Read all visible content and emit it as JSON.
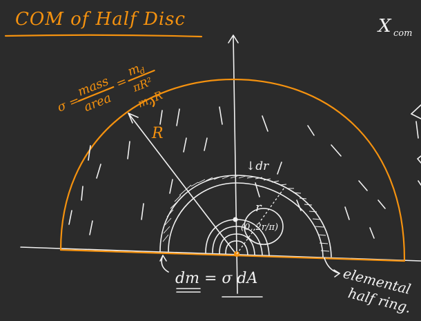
{
  "title": "COM of Half Disc",
  "corner_label": "X",
  "corner_label_sub": "com",
  "density": {
    "lhs": "σ =",
    "numerator": "mass",
    "denominator": "area",
    "eq": "=",
    "numerator2": "m",
    "numerator2_sub": "d",
    "denominator2": "πR²",
    "below": "m, R"
  },
  "radius_label": "R",
  "dr_label": "↓dr",
  "r_label": "r",
  "centroid_label": "(0, 2r/π)",
  "dm_label": "dm = σ dA",
  "ring_label_line1": "elemental",
  "ring_label_line2": "half ring."
}
